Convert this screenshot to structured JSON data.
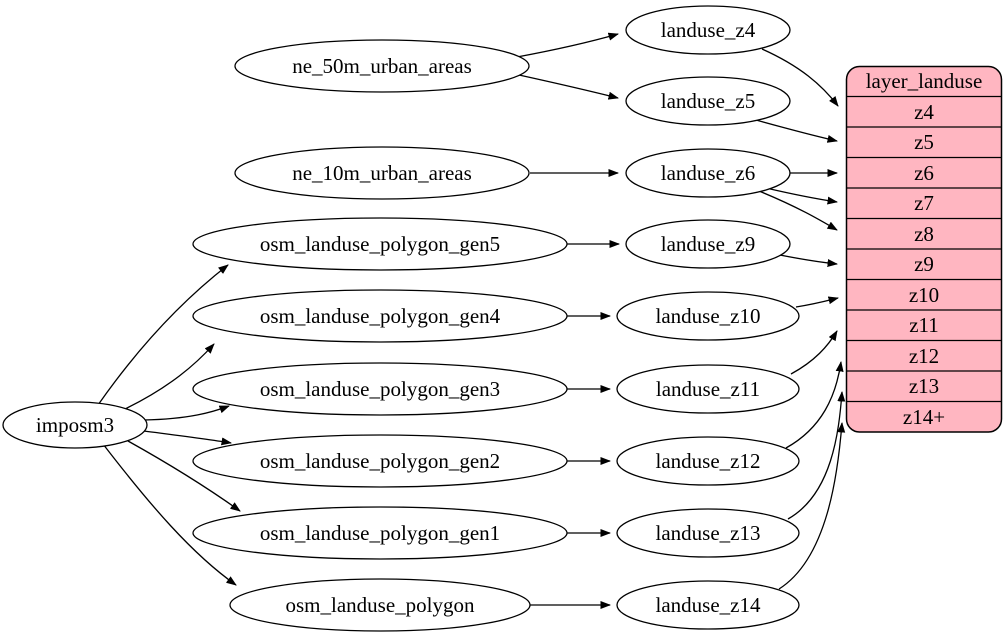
{
  "diagram": {
    "background": "#ffffff",
    "edge_color": "#000000",
    "node_fill": "#ffffff",
    "node_stroke": "#000000",
    "nodes": {
      "imposm3": {
        "label": "imposm3"
      },
      "ne_50m_urban_areas": {
        "label": "ne_50m_urban_areas"
      },
      "ne_10m_urban_areas": {
        "label": "ne_10m_urban_areas"
      },
      "osm_landuse_polygon_gen5": {
        "label": "osm_landuse_polygon_gen5"
      },
      "osm_landuse_polygon_gen4": {
        "label": "osm_landuse_polygon_gen4"
      },
      "osm_landuse_polygon_gen3": {
        "label": "osm_landuse_polygon_gen3"
      },
      "osm_landuse_polygon_gen2": {
        "label": "osm_landuse_polygon_gen2"
      },
      "osm_landuse_polygon_gen1": {
        "label": "osm_landuse_polygon_gen1"
      },
      "osm_landuse_polygon": {
        "label": "osm_landuse_polygon"
      },
      "landuse_z4": {
        "label": "landuse_z4"
      },
      "landuse_z5": {
        "label": "landuse_z5"
      },
      "landuse_z6": {
        "label": "landuse_z6"
      },
      "landuse_z9": {
        "label": "landuse_z9"
      },
      "landuse_z10": {
        "label": "landuse_z10"
      },
      "landuse_z11": {
        "label": "landuse_z11"
      },
      "landuse_z12": {
        "label": "landuse_z12"
      },
      "landuse_z13": {
        "label": "landuse_z13"
      },
      "landuse_z14": {
        "label": "landuse_z14"
      }
    },
    "table": {
      "title": "layer_landuse",
      "fill": "#ffb6c1",
      "rows": [
        "z4",
        "z5",
        "z6",
        "z7",
        "z8",
        "z9",
        "z10",
        "z11",
        "z12",
        "z13",
        "z14+"
      ]
    },
    "edges": [
      {
        "from": "ne_50m_urban_areas",
        "to": "landuse_z4"
      },
      {
        "from": "ne_50m_urban_areas",
        "to": "landuse_z5"
      },
      {
        "from": "ne_10m_urban_areas",
        "to": "landuse_z6"
      },
      {
        "from": "imposm3",
        "to": "osm_landuse_polygon_gen5"
      },
      {
        "from": "imposm3",
        "to": "osm_landuse_polygon_gen4"
      },
      {
        "from": "imposm3",
        "to": "osm_landuse_polygon_gen3"
      },
      {
        "from": "imposm3",
        "to": "osm_landuse_polygon_gen2"
      },
      {
        "from": "imposm3",
        "to": "osm_landuse_polygon_gen1"
      },
      {
        "from": "imposm3",
        "to": "osm_landuse_polygon"
      },
      {
        "from": "osm_landuse_polygon_gen5",
        "to": "landuse_z9"
      },
      {
        "from": "osm_landuse_polygon_gen4",
        "to": "landuse_z10"
      },
      {
        "from": "osm_landuse_polygon_gen3",
        "to": "landuse_z11"
      },
      {
        "from": "osm_landuse_polygon_gen2",
        "to": "landuse_z12"
      },
      {
        "from": "osm_landuse_polygon_gen1",
        "to": "landuse_z13"
      },
      {
        "from": "osm_landuse_polygon",
        "to": "landuse_z14"
      },
      {
        "from": "landuse_z4",
        "to": "layer_landuse:z4"
      },
      {
        "from": "landuse_z5",
        "to": "layer_landuse:z5"
      },
      {
        "from": "landuse_z6",
        "to": "layer_landuse:z6"
      },
      {
        "from": "landuse_z6",
        "to": "layer_landuse:z7"
      },
      {
        "from": "landuse_z6",
        "to": "layer_landuse:z8"
      },
      {
        "from": "landuse_z9",
        "to": "layer_landuse:z9"
      },
      {
        "from": "landuse_z10",
        "to": "layer_landuse:z10"
      },
      {
        "from": "landuse_z11",
        "to": "layer_landuse:z11"
      },
      {
        "from": "landuse_z12",
        "to": "layer_landuse:z12"
      },
      {
        "from": "landuse_z13",
        "to": "layer_landuse:z13"
      },
      {
        "from": "landuse_z14",
        "to": "layer_landuse:z14+"
      }
    ]
  }
}
